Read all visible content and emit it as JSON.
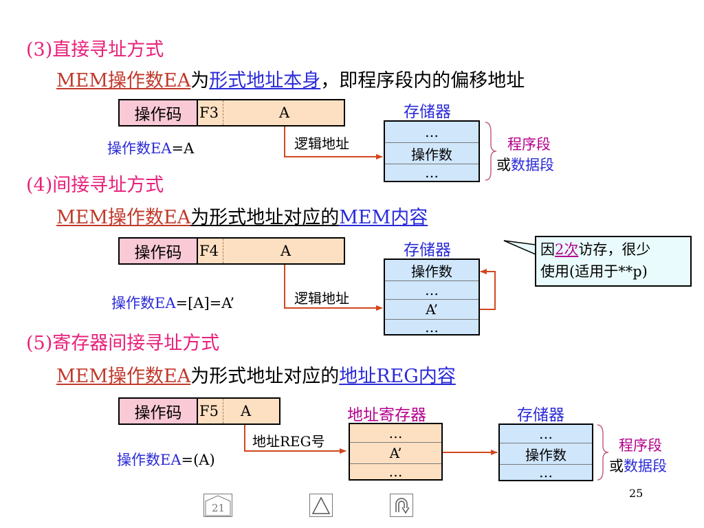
{
  "s3": {
    "heading": "(3)直接寻址方式",
    "desc_a": "MEM操作数EA",
    "desc_b": "为",
    "desc_c": "形式地址本身",
    "desc_d": "，即程序段内的偏移地址",
    "opcode": "操作码",
    "fcode": "F3",
    "addr": "A",
    "ea_a": "操作数EA",
    "ea_b": "=A",
    "arrow_label": "逻辑地址",
    "mem_title": "存储器",
    "mem_rows": [
      "…",
      "操作数",
      "…"
    ],
    "brace_a": "程序段",
    "brace_b": "或",
    "brace_c": "数据段"
  },
  "s4": {
    "heading": "(4)间接寻址方式",
    "desc_a": "MEM操作数EA",
    "desc_b": "为形式地址对应的",
    "desc_c": "MEM内容",
    "opcode": "操作码",
    "fcode": "F4",
    "addr": "A",
    "ea_a": "操作数EA",
    "ea_b": "=[A]=A’",
    "arrow_label": "逻辑地址",
    "mem_title": "存储器",
    "mem_rows": [
      "操作数",
      "…",
      "A’",
      "…"
    ],
    "callout_a": "因",
    "callout_b": "2次",
    "callout_c": "访存，很少",
    "callout_d": "使用(适用于**p)"
  },
  "s5": {
    "heading": "(5)寄存器间接寻址方式",
    "desc_a": "MEM操作数EA",
    "desc_b": "为形式地址对应的",
    "desc_c": "地址REG内容",
    "opcode": "操作码",
    "fcode": "F5",
    "addr": "A",
    "ea_a": "操作数EA",
    "ea_b": "=(A)",
    "arrow_label": "地址REG号",
    "reg_title": "地址寄存器",
    "reg_rows": [
      "…",
      "A’",
      "…"
    ],
    "mem_title": "存储器",
    "mem_rows": [
      "…",
      "操作数",
      "…"
    ],
    "brace_a": "程序段",
    "brace_b": "或",
    "brace_c": "数据段"
  },
  "footer": {
    "page_number": "25",
    "nav_slide": "21",
    "nav_home_icon": "triangle-icon",
    "nav_return_icon": "return-icon"
  },
  "colors": {
    "heading": "#e8207a",
    "ea_red": "#c0392b",
    "blue": "#2a2ad8",
    "magenta": "#b4008c",
    "instr_bg": "#fde0c2",
    "opcode_bg": "#f9c9d6",
    "mem_bg": "#cfe6fb",
    "callout_bg": "#e9fbfc",
    "arrow": "#d2461e"
  }
}
